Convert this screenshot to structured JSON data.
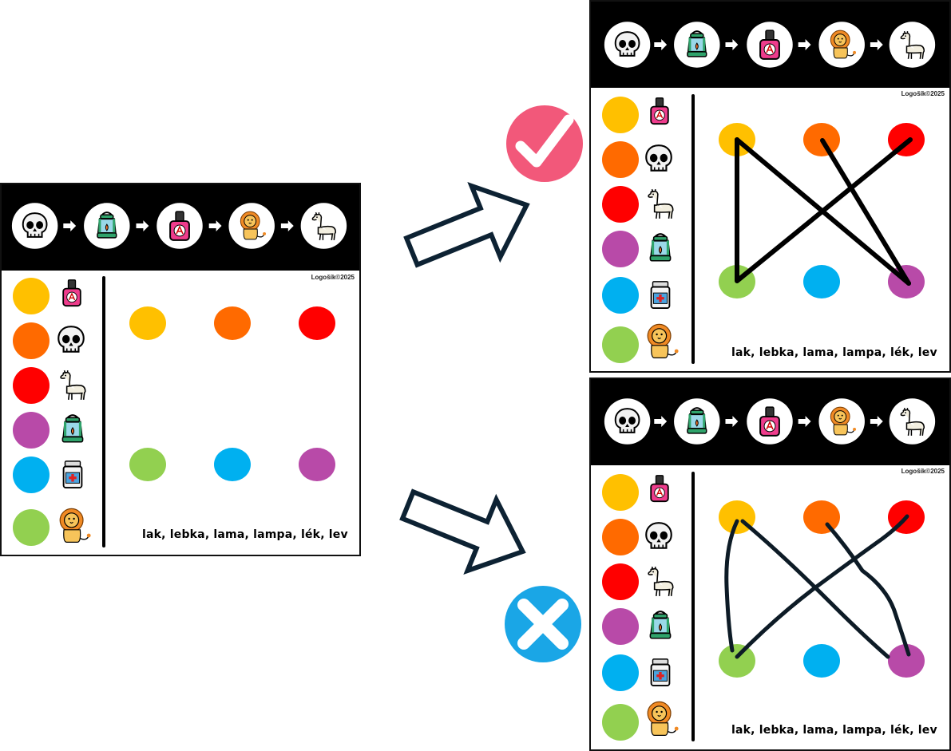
{
  "credit": "Logošík©2025",
  "phrase": "lak, lebka, lama, lampa, lék, lev",
  "sequence": [
    {
      "icon": "skull-icon"
    },
    {
      "icon": "lantern-icon"
    },
    {
      "icon": "nail-polish-icon"
    },
    {
      "icon": "lion-icon"
    },
    {
      "icon": "llama-icon"
    }
  ],
  "legend": [
    {
      "color": "#ffc000",
      "icon": "nail-polish-icon"
    },
    {
      "color": "#ff6a00",
      "icon": "skull-icon"
    },
    {
      "color": "#ff0000",
      "icon": "llama-icon"
    },
    {
      "color": "#b84aa8",
      "icon": "lantern-icon"
    },
    {
      "color": "#00b0f0",
      "icon": "medicine-icon"
    },
    {
      "color": "#92d050",
      "icon": "lion-icon"
    }
  ],
  "dots": [
    "#ffc000",
    "#ff6a00",
    "#ff0000",
    "#92d050",
    "#00b0f0",
    "#b84aa8"
  ],
  "panels": {
    "original": {
      "label": "worksheet-blank"
    },
    "correct": {
      "label": "worksheet-correct",
      "status": "correct"
    },
    "incorrect": {
      "label": "worksheet-incorrect",
      "status": "incorrect"
    }
  },
  "colors": {
    "check_badge": "#f2587a",
    "cross_badge": "#1aa6e6",
    "arrow_stroke": "#0d2233",
    "line_dark": "#0d1b26"
  }
}
